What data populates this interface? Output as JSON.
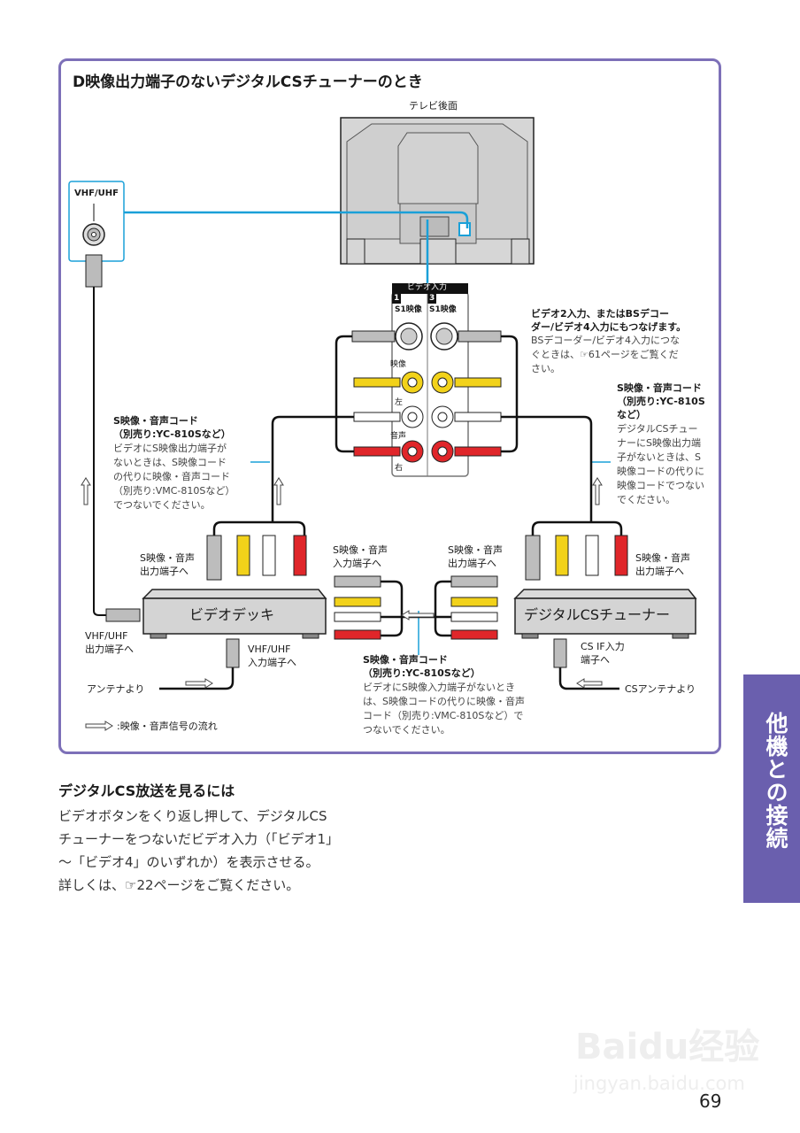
{
  "panel": {
    "title": "D映像出力端子のないデジタルCSチューナーのとき",
    "tv_label": "テレビ後面",
    "antenna_jack_label": "VHF/UHF",
    "video_input_panel": {
      "header": "ビデオ入力",
      "input1_number": "1",
      "input3_number": "3",
      "s1_video_left": "S1映像",
      "s1_video_right": "S1映像",
      "video_label": "映像",
      "left_label": "左",
      "audio_label": "音声",
      "right_label": "右"
    },
    "note_video2": {
      "bold_line1": "ビデオ2入力、またはBSデコー",
      "bold_line2": "ダー/ビデオ4入力にもつなげます。",
      "line3": "BSデコーダー/ビデオ4入力につな",
      "line4": "ぐときは、☞61ページをご覧くだ",
      "line5": "さい。"
    },
    "cord_note_right": {
      "bold_line1": "S映像・音声コード",
      "bold_line2": "（別売り:YC-810S",
      "bold_line3": "など）",
      "line4": "デジタルCSチュー",
      "line5": "ナーにS映像出力端",
      "line6": "子がないときは、S",
      "line7": "映像コードの代りに",
      "line8": "映像コードでつない",
      "line9": "でください。"
    },
    "cord_note_left": {
      "bold_line1": "S映像・音声コード",
      "bold_line2": "（別売り:YC-810Sなど）",
      "line3": "ビデオにS映像出力端子が",
      "line4": "ないときは、S映像コード",
      "line5": "の代りに映像・音声コード",
      "line6": "（別売り:VMC-810Sなど）",
      "line7": "でつないでください。"
    },
    "vcr": {
      "label": "ビデオデッキ",
      "out_label_line1": "S映像・音声",
      "out_label_line2": "出力端子へ",
      "in_label_line1": "S映像・音声",
      "in_label_line2": "入力端子へ",
      "vhf_out_line1": "VHF/UHF",
      "vhf_out_line2": "出力端子へ",
      "vhf_in_line1": "VHF/UHF",
      "vhf_in_line2": "入力端子へ",
      "antenna_from": "アンテナより"
    },
    "tuner": {
      "label": "デジタルCSチューナー",
      "out_label_line1": "S映像・音声",
      "out_label_line2": "出力端子へ",
      "out2_label_line1": "S映像・音声",
      "out2_label_line2": "出力端子へ",
      "cs_if_line1": "CS IF入力",
      "cs_if_line2": "端子へ",
      "cs_antenna_from": "CSアンテナより"
    },
    "cord_note_bottom": {
      "bold_line1": "S映像・音声コード",
      "bold_line2": "（別売り:YC-810Sなど）",
      "line3": "ビデオにS映像入力端子がないとき",
      "line4": "は、S映像コードの代りに映像・音声",
      "line5": "コード（別売り:VMC-810Sなど）で",
      "line6": "つないでください。"
    },
    "legend": ":映像・音声信号の流れ"
  },
  "section": {
    "title": "デジタルCS放送を見るには",
    "lines": [
      "ビデオボタンをくり返し押して、デジタルCS",
      "チューナーをつないだビデオ入力（「ビデオ1」",
      "～「ビデオ4」のいずれか）を表示させる。",
      "詳しくは、☞22ページをご覧ください。"
    ]
  },
  "side_tab": "他機との接続",
  "page_number": "69",
  "watermark": {
    "logo": "Baidu经验",
    "url": "jingyan.baidu.com"
  },
  "colors": {
    "frame": "#7d70b8",
    "side_tab": "#6a5fae",
    "highlight_line": "#1aa0d8",
    "yellow_plug": "#f2d21a",
    "red_plug": "#e0262a",
    "gray_plug": "#bdbdbd"
  }
}
